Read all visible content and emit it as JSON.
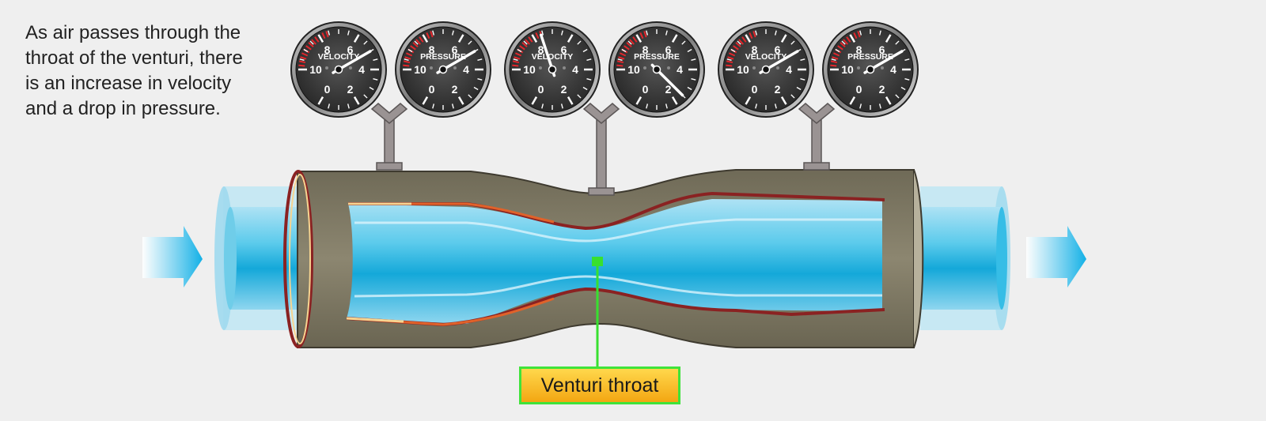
{
  "caption": {
    "lines": [
      "As air passes through the",
      "throat of the venturi, there",
      "is an increase in velocity",
      "and a drop in pressure."
    ]
  },
  "label": {
    "venturi_throat": "Venturi throat"
  },
  "gauge_scale": [
    "0",
    "2",
    "4",
    "6",
    "8",
    "10"
  ],
  "gauge_pairs": [
    {
      "position": "inlet",
      "velocity": {
        "title": "VELOCITY",
        "reading": 5
      },
      "pressure": {
        "title": "PRESSURE",
        "reading": 5
      }
    },
    {
      "position": "throat",
      "velocity": {
        "title": "VELOCITY",
        "reading": 7.6
      },
      "pressure": {
        "title": "PRESSURE",
        "reading": 2.5
      }
    },
    {
      "position": "outlet",
      "velocity": {
        "title": "VELOCITY",
        "reading": 5
      },
      "pressure": {
        "title": "PRESSURE",
        "reading": 5
      }
    }
  ],
  "colors": {
    "airflow": "#1fb4e0",
    "pipe_shell": "#85806a",
    "throat_marker": "#38e02f",
    "label_fill": "#f7b21c"
  }
}
